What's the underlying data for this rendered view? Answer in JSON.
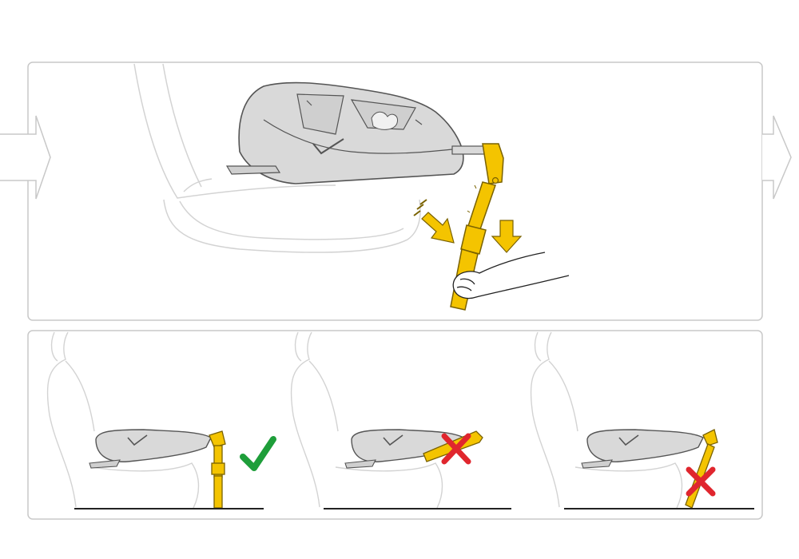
{
  "figure": {
    "steps": [
      {
        "id": "main",
        "action": "lower-and-extend-support-leg",
        "hint_arrows": [
          "push-arrow-icon",
          "down-arrow-icon"
        ]
      },
      {
        "id": "outcome-1",
        "status": "correct",
        "mark": "check-mark-icon"
      },
      {
        "id": "outcome-2",
        "status": "incorrect",
        "mark": "cross-mark-icon"
      },
      {
        "id": "outcome-3",
        "status": "incorrect",
        "mark": "cross-mark-icon"
      }
    ]
  },
  "colors": {
    "frame": "#c8c8c8",
    "seat_outline": "#d3d3d3",
    "base_fill": "#d9d9d9",
    "base_stroke": "#6b6b6b",
    "leg_fill": "#f4c400",
    "leg_stroke": "#8a6d00",
    "correct": "#1e9e3a",
    "incorrect": "#e0262e",
    "floor": "#222222"
  }
}
